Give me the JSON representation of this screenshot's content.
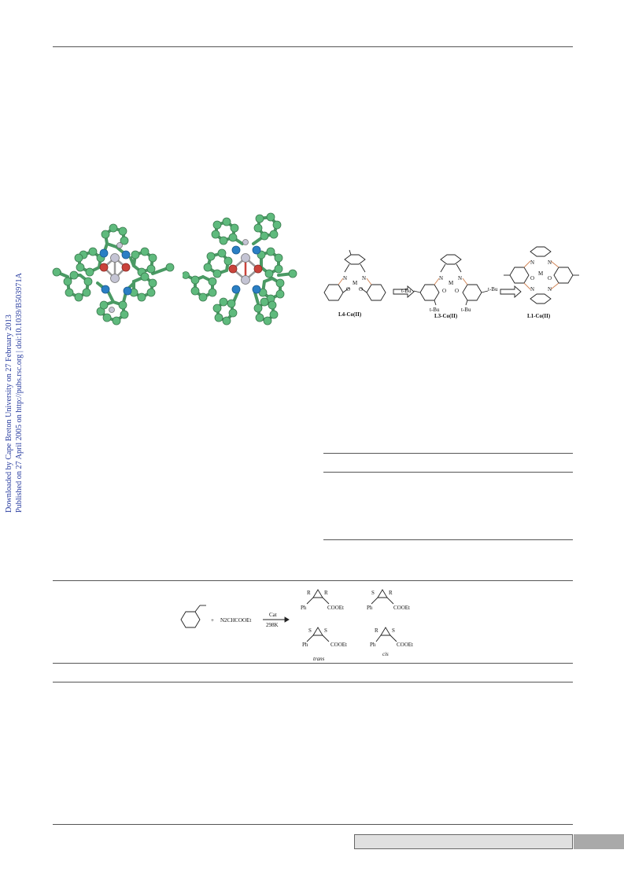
{
  "sidebar": {
    "downloaded": "Downloaded by Cape Breton University on 27 February 2013",
    "published": "Published on 27 April 2005 on http://pubs.rsc.org | doi:10.1039/B503971A"
  },
  "scheme_ligands": {
    "labels": [
      "L4-Co(II)",
      "L3-Co(II)",
      "L1-Co(II)"
    ],
    "tbu": "t-Bu",
    "metal": "M",
    "n": "N",
    "o": "O"
  },
  "scheme_reaction": {
    "reagent": "N2CHCOOEt",
    "plus": "+",
    "catalyst": "Cat",
    "temperature": "298K",
    "ph": "Ph",
    "cooet": "COOEt",
    "stereo": [
      "R",
      "R",
      "S",
      "R",
      "S",
      "S",
      "R",
      "S"
    ],
    "trans": "trans",
    "cis": "cis"
  },
  "colors": {
    "carbon": "#5fba7d",
    "nitrogen": "#2a7fc4",
    "oxygen": "#c9433b",
    "metal": "#b8b8c8",
    "link": "#2a3ea0",
    "imine": "#d08050"
  }
}
